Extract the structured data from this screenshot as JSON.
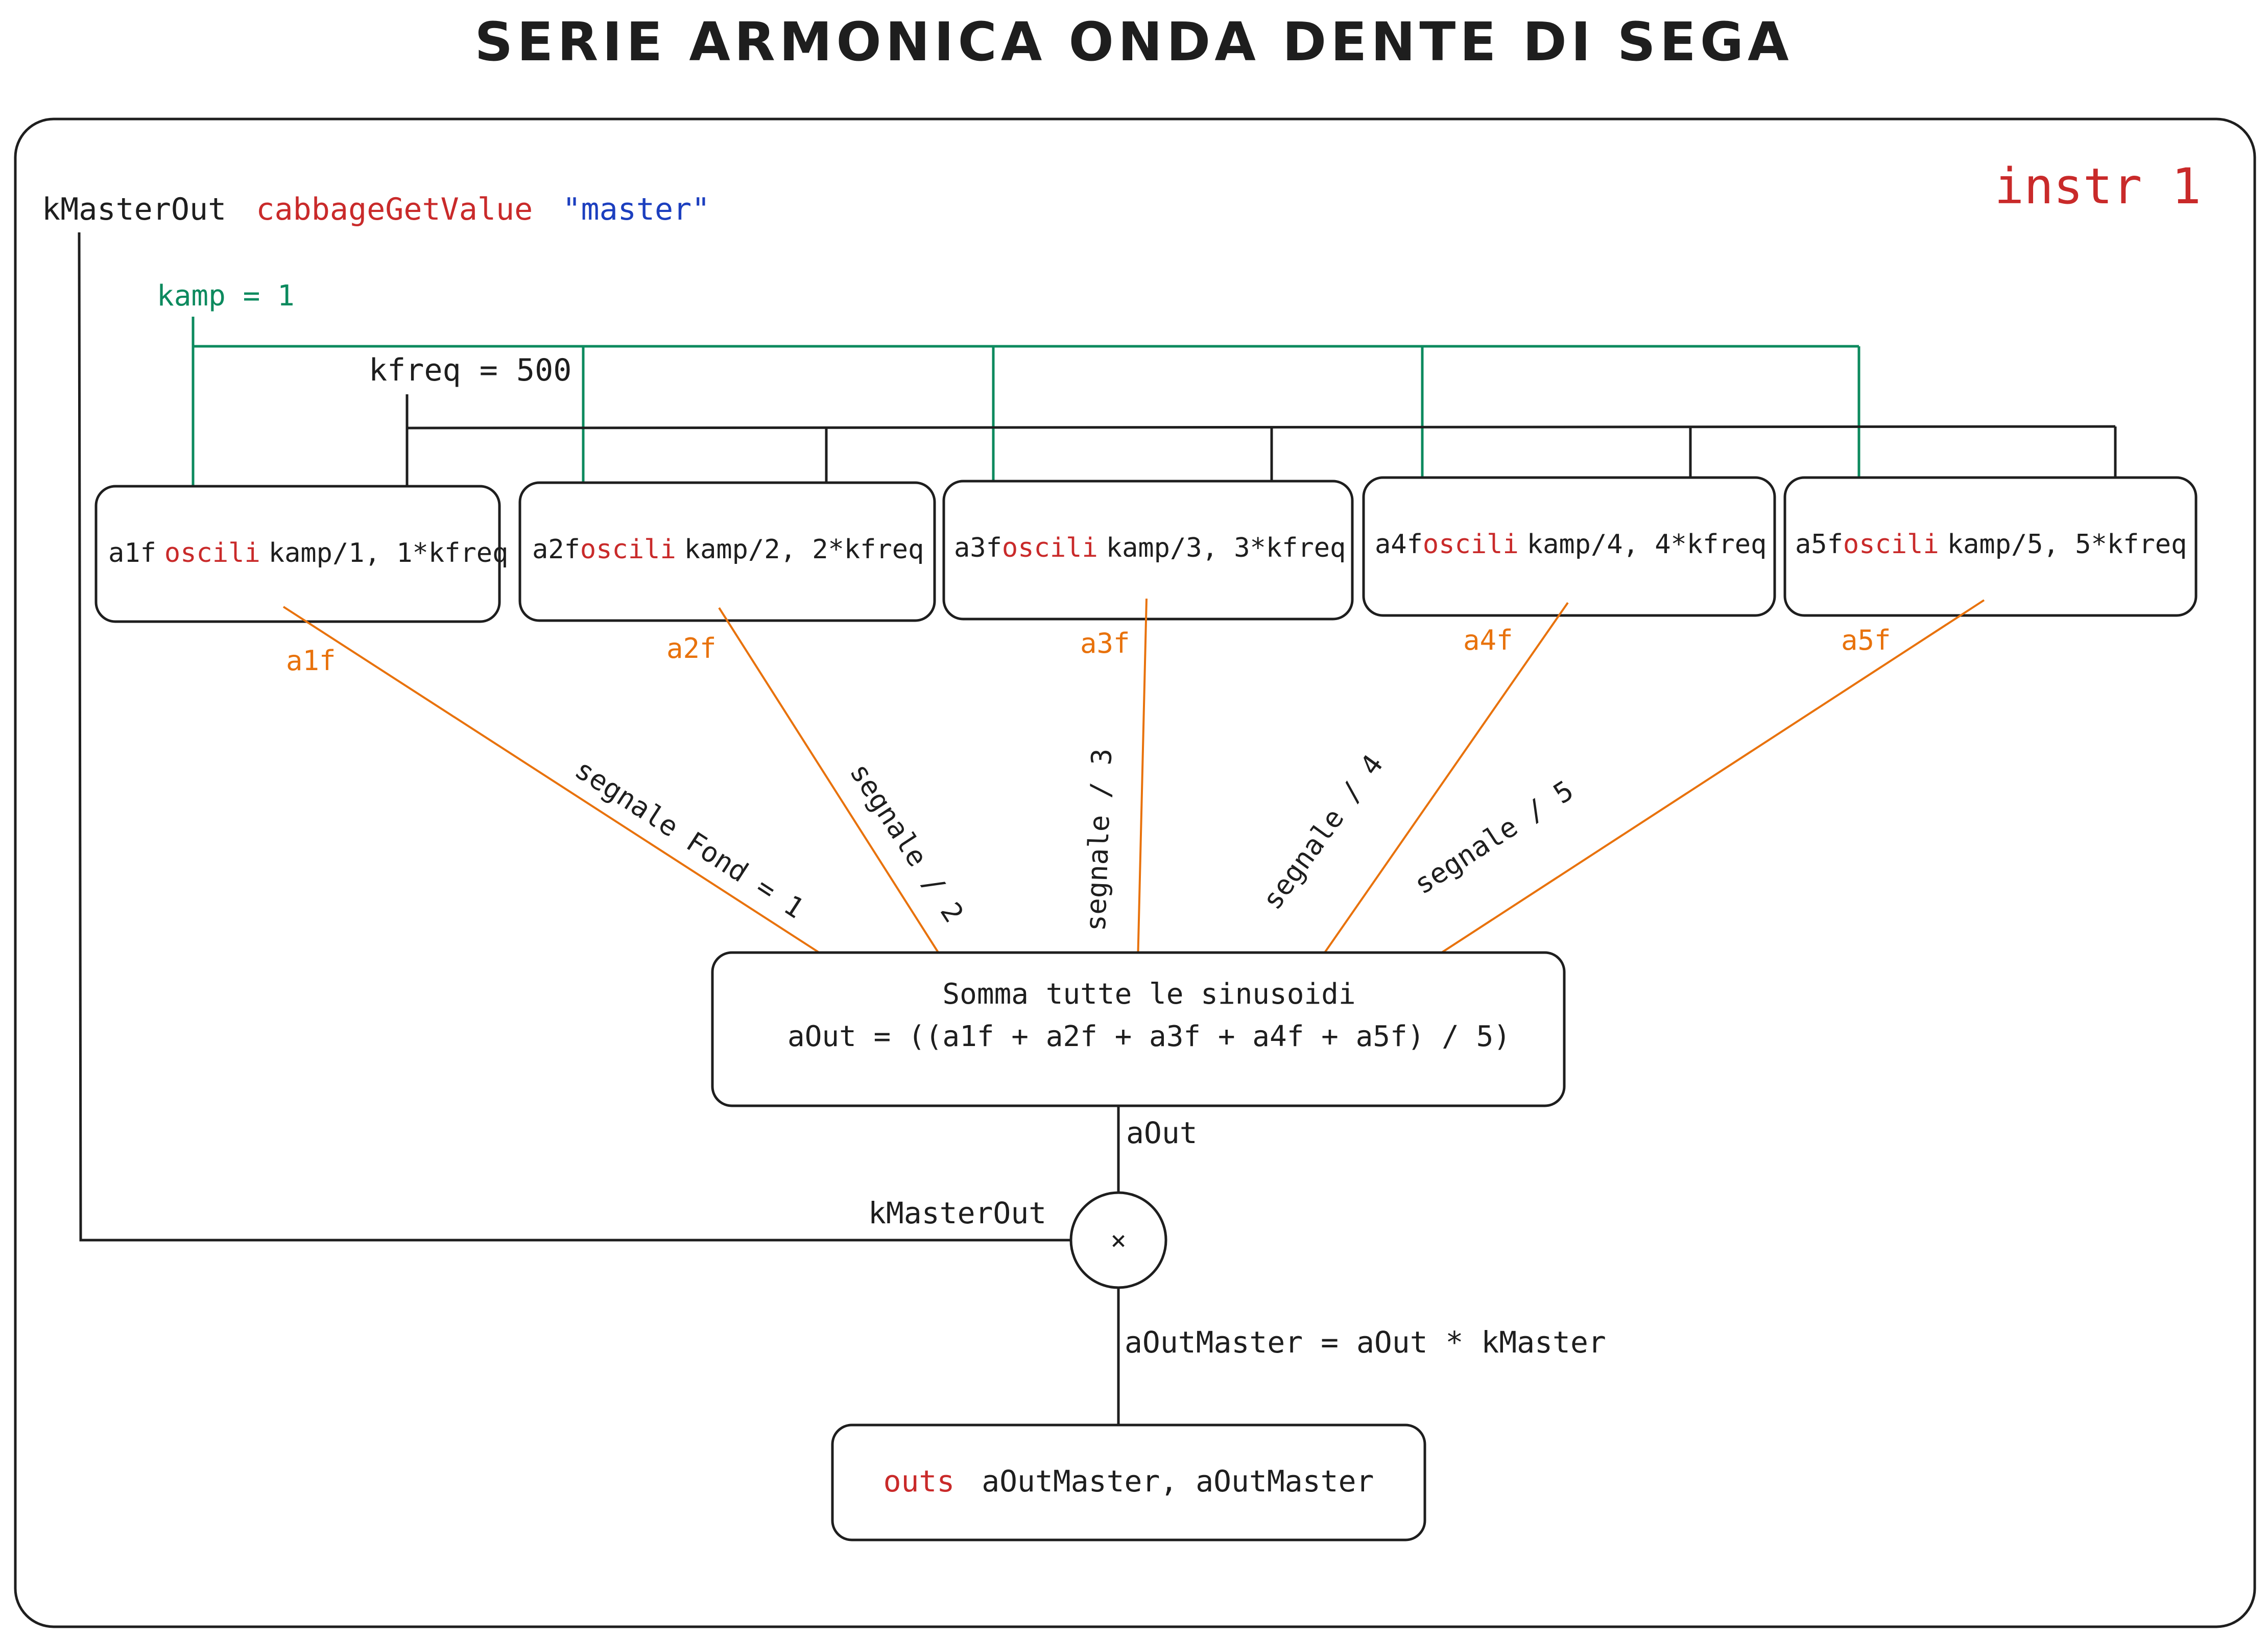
{
  "title": "SERIE ARMONICA ONDA DENTE DI SEGA",
  "instr_label": "instr 1",
  "master_line": {
    "var": "kMasterOut",
    "opcode": "cabbageGetValue",
    "arg": "\"master\""
  },
  "kamp_label": "kamp = 1",
  "kfreq_label": "kfreq = 500",
  "oscillators": [
    {
      "var": "a1f",
      "opcode": "oscili",
      "args": "kamp/1, 1*kfreq",
      "signal": "a1f",
      "edge_label": "segnale Fond = 1"
    },
    {
      "var": "a2f",
      "opcode": "oscili",
      "args": "kamp/2, 2*kfreq",
      "signal": "a2f",
      "edge_label": "segnale / 2"
    },
    {
      "var": "a3f",
      "opcode": "oscili",
      "args": "kamp/3, 3*kfreq",
      "signal": "a3f",
      "edge_label": "segnale / 3"
    },
    {
      "var": "a4f",
      "opcode": "oscili",
      "args": "kamp/4, 4*kfreq",
      "signal": "a4f",
      "edge_label": "segnale / 4"
    },
    {
      "var": "a5f",
      "opcode": "oscili",
      "args": "kamp/5, 5*kfreq",
      "signal": "a5f",
      "edge_label": "segnale / 5"
    }
  ],
  "sum_box": {
    "line1": "Somma tutte le sinusoidi",
    "line2": "aOut = ((a1f + a2f + a3f + a4f + a5f) / 5)"
  },
  "aout_label": "aOut",
  "kmasterout_label": "kMasterOut",
  "multiply_symbol": "×",
  "aoutmaster_label": "aOutMaster = aOut * kMaster",
  "outs_box": {
    "opcode": "outs",
    "args": "aOutMaster, aOutMaster"
  },
  "colors": {
    "ink": "#1e1e1e",
    "opcode_red": "#c92a2a",
    "string_blue": "#1c3fbf",
    "amp_green": "#0c8a5e",
    "signal_orange": "#e8720c"
  }
}
